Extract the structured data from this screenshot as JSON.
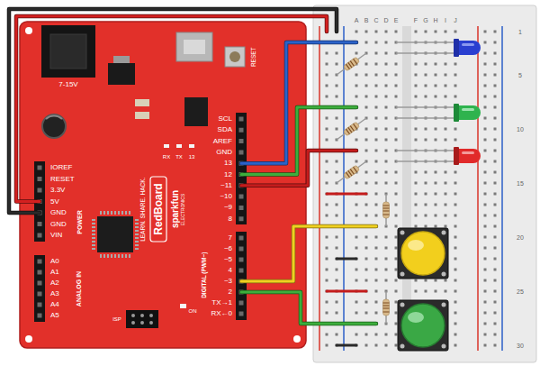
{
  "diagram": {
    "labels": [
      "7-15V",
      "RESET",
      "SCL",
      "SDA",
      "AREF",
      "GND",
      "13",
      "12",
      "~11",
      "~10",
      "~9",
      "8",
      "7",
      "~6",
      "~5",
      "4",
      "~3",
      "2",
      "TX→1",
      "RX←0",
      "DIGITAL (PWM~)",
      "IOREF",
      "RESET",
      "3.3V",
      "5V",
      "GND",
      "GND",
      "VIN",
      "POWER",
      "A0",
      "A1",
      "A2",
      "A3",
      "A4",
      "A5",
      "ANALOG IN",
      "RX",
      "TX",
      "13",
      "sparkfun",
      "ELECTRONICS",
      "RedBoard",
      "LEARN. SHARE. HACK.",
      "ISP",
      "ON",
      "A",
      "B",
      "C",
      "D",
      "E",
      "F",
      "G",
      "H",
      "I",
      "J",
      "1",
      "5",
      "10",
      "15",
      "20",
      "25",
      "30"
    ]
  }
}
